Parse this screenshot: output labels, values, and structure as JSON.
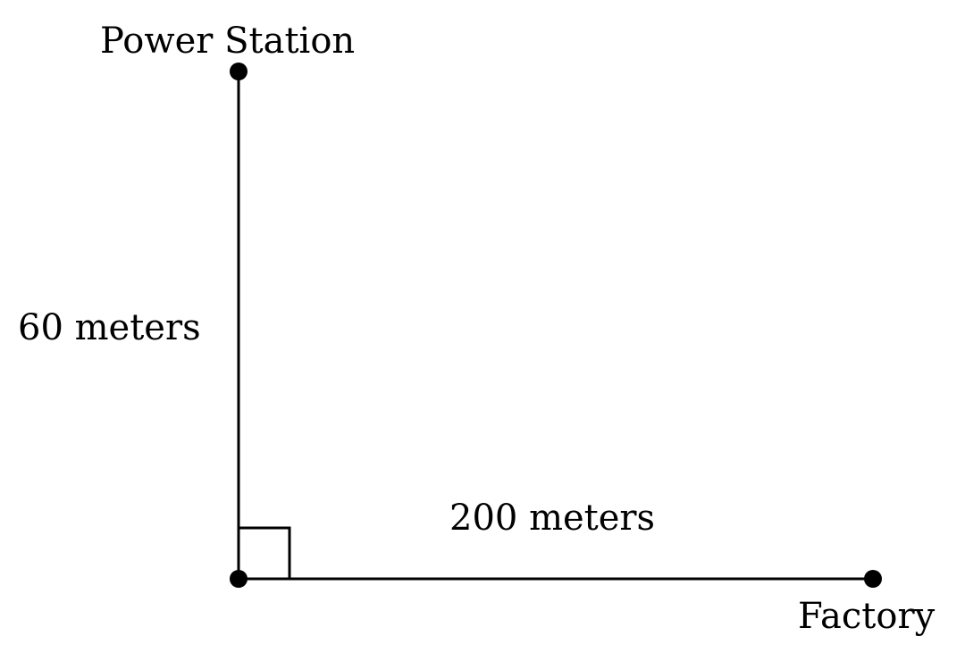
{
  "labels": {
    "power_station": "Power Station",
    "factory": "Factory",
    "vertical_distance": "60 meters",
    "horizontal_distance": "200 meters"
  }
}
